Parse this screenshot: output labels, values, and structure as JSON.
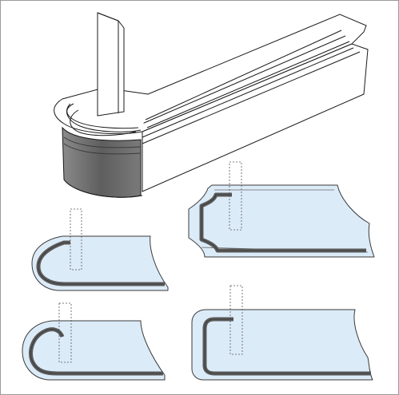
{
  "figure": {
    "colors": {
      "line": "#1a1a1a",
      "face": "#ffffff",
      "rail_shadow": "#6b6b6b",
      "rail_shadow_light": "#9a9a9a",
      "profile_fill": "#dcebf8",
      "profile_outline": "#3a3a3a",
      "edge_band": "#5b5b5b",
      "frame": "#9a9a9a"
    },
    "panels": [
      {
        "id": "corner-rail-perspective",
        "icon": "rounded-edge-banding-3d"
      },
      {
        "id": "profile-ogee-top-right",
        "icon": "ogee-corner-profile"
      },
      {
        "id": "profile-hook-middle-left",
        "icon": "hook-edge-profile"
      },
      {
        "id": "profile-round-bottom-left",
        "icon": "full-round-edge-profile"
      },
      {
        "id": "profile-square-bottom-right",
        "icon": "square-edge-profile"
      }
    ]
  }
}
